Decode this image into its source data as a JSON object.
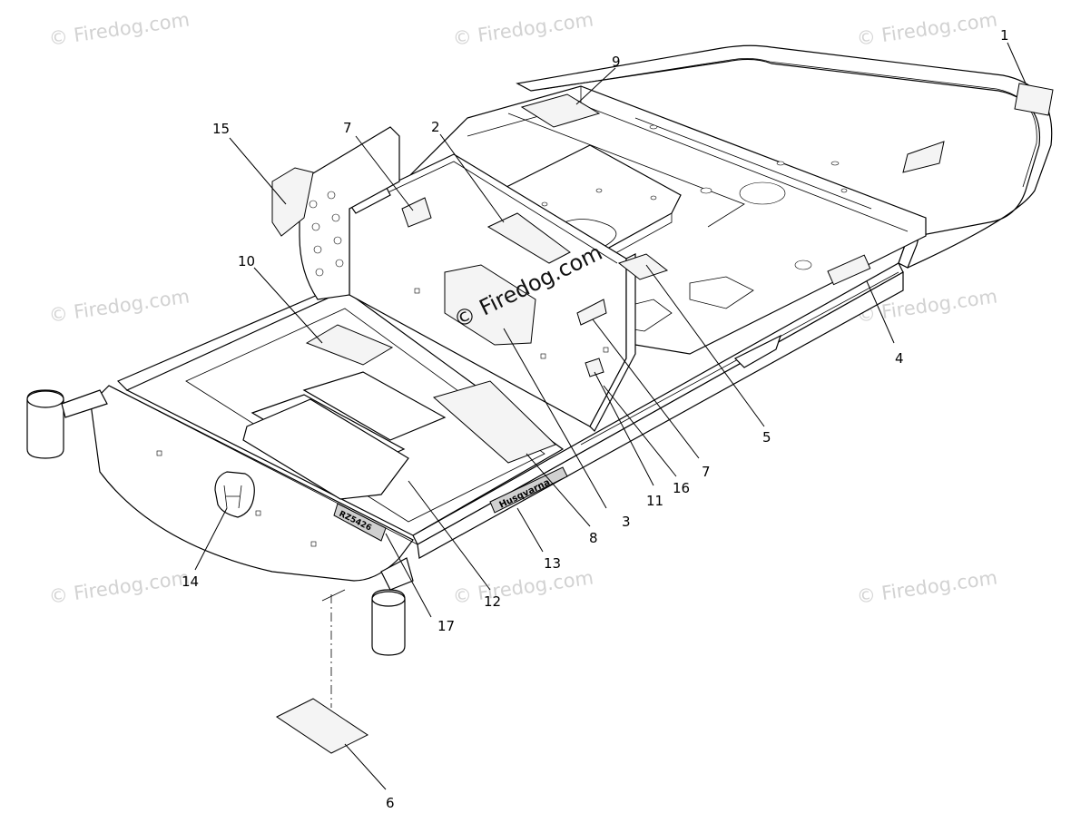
{
  "watermark": {
    "text": "© Firedog.com",
    "center_text": "© Firedog.com"
  },
  "callouts": [
    {
      "id": "1",
      "label": "1"
    },
    {
      "id": "2",
      "label": "2"
    },
    {
      "id": "3",
      "label": "3"
    },
    {
      "id": "4",
      "label": "4"
    },
    {
      "id": "5",
      "label": "5"
    },
    {
      "id": "6",
      "label": "6"
    },
    {
      "id": "7a",
      "label": "7"
    },
    {
      "id": "7b",
      "label": "7"
    },
    {
      "id": "8",
      "label": "8"
    },
    {
      "id": "9",
      "label": "9"
    },
    {
      "id": "10",
      "label": "10"
    },
    {
      "id": "11",
      "label": "11"
    },
    {
      "id": "12",
      "label": "12"
    },
    {
      "id": "13",
      "label": "13"
    },
    {
      "id": "14",
      "label": "14"
    },
    {
      "id": "15",
      "label": "15"
    },
    {
      "id": "16",
      "label": "16"
    },
    {
      "id": "17",
      "label": "17"
    }
  ],
  "brand": {
    "logo_text": "Husqvarna",
    "model_text": "RZ5426"
  }
}
